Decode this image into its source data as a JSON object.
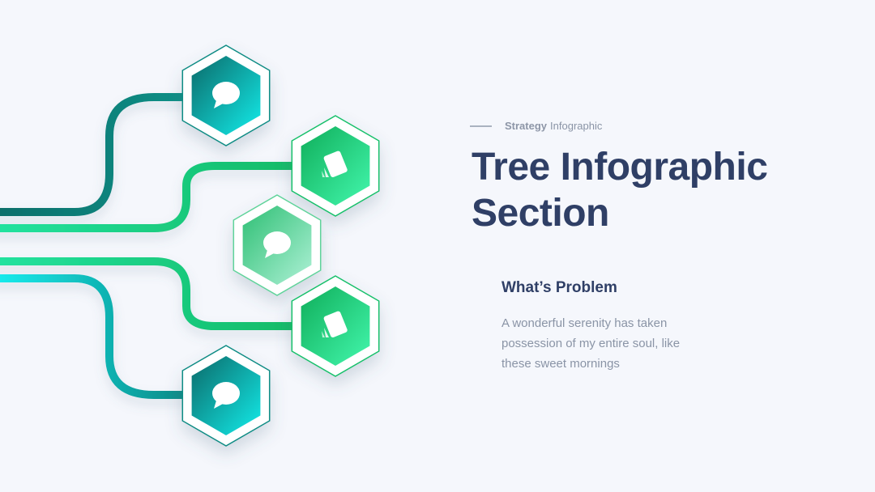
{
  "eyebrow": {
    "strong": "Strategy",
    "rest": "Infographic"
  },
  "title_line1": "Tree Infographic",
  "title_line2": "Section",
  "section": {
    "heading": "What’s Problem",
    "body": "A wonderful serenity has taken possession of my entire soul, like these sweet mornings"
  },
  "nodes": [
    {
      "icon": "chat-bubble-icon",
      "style": "teal"
    },
    {
      "icon": "tag-icon",
      "style": "green"
    },
    {
      "icon": "chat-bubble-icon",
      "style": "mint"
    },
    {
      "icon": "tag-icon",
      "style": "green"
    },
    {
      "icon": "chat-bubble-icon",
      "style": "teal"
    }
  ],
  "colors": {
    "title": "#2f3f66",
    "muted": "#8a94a6",
    "teal_dark": "#0e7d77",
    "teal_light": "#12e3e0",
    "green_dark": "#12b25f",
    "green_light": "#3df5a6",
    "mint_dark": "#33c97c",
    "mint_light": "#a7f0d2"
  }
}
